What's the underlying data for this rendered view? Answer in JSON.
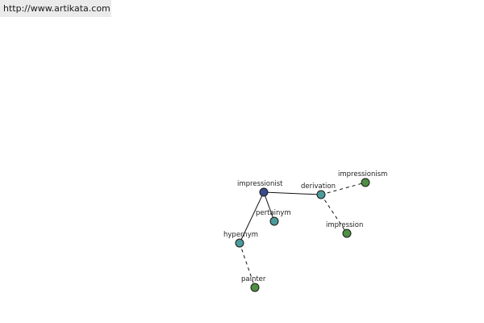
{
  "header": {
    "url": "http://www.artikata.com"
  },
  "graph": {
    "colors": {
      "root": "#3b4a8f",
      "relation": "#4e9a9a",
      "term": "#4f8f43"
    },
    "nodes": [
      {
        "id": "impressionist",
        "label": "impressionist",
        "kind": "root"
      },
      {
        "id": "derivation",
        "label": "derivation",
        "kind": "relation"
      },
      {
        "id": "pertainym",
        "label": "pertainym",
        "kind": "relation"
      },
      {
        "id": "hypernym",
        "label": "hypernym",
        "kind": "relation"
      },
      {
        "id": "impressionism",
        "label": "impressionism",
        "kind": "term"
      },
      {
        "id": "impression",
        "label": "impression",
        "kind": "term"
      },
      {
        "id": "painter",
        "label": "painter",
        "kind": "term"
      }
    ],
    "edges": [
      {
        "from": "impressionist",
        "to": "derivation",
        "style": "solid"
      },
      {
        "from": "impressionist",
        "to": "pertainym",
        "style": "solid"
      },
      {
        "from": "impressionist",
        "to": "hypernym",
        "style": "solid"
      },
      {
        "from": "derivation",
        "to": "impressionism",
        "style": "dashed"
      },
      {
        "from": "derivation",
        "to": "impression",
        "style": "dashed"
      },
      {
        "from": "hypernym",
        "to": "painter",
        "style": "dashed"
      }
    ]
  }
}
